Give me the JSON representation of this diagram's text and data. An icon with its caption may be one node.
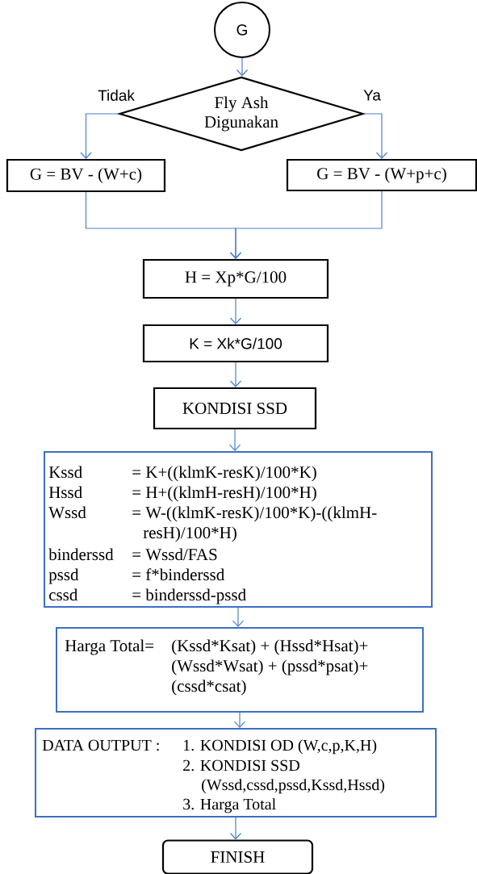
{
  "diagram": {
    "nodes": [
      {
        "text": [
          "G"
        ]
      },
      {
        "text": [
          "Fly Ash Digunakan"
        ]
      },
      {
        "text": [
          "G = BV - (W+c)"
        ]
      },
      {
        "text": [
          "G = BV - (W+p+c)"
        ]
      },
      {
        "text": [
          "H = Xp*G/100"
        ]
      },
      {
        "text": [
          "K = Xk*G/100"
        ]
      },
      {
        "text": [
          "KONDISI SSD"
        ]
      },
      {
        "text": [
          "Kssd",
          "= K+((klmK-resK)/100*K)",
          "Hssd",
          "= H+((klmH-resH)/100*H)",
          "Wssd",
          "= W-((klmK-resK)/100*K)-((klmH-resH)/100*H)",
          "binderssd",
          "= Wssd/FAS",
          "pssd",
          "= f*binderssd",
          "cssd",
          "= binderssd-pssd"
        ]
      },
      {
        "text": [
          "Harga Total=",
          "(Kssd*Ksat) + (Hssd*Hsat)+ (Wssd*Wsat) + (pssd*psat)+ (cssd*csat)"
        ]
      },
      {
        "text": [
          "DATA OUTPUT :",
          "1. KONDISI OD (W,c,p,K,H)",
          "2. KONDISI SSD (Wssd,cssd,pssd,Kssd,Hssd)",
          "3. Harga Total"
        ]
      },
      {
        "text": [
          "FINISH"
        ]
      }
    ],
    "edges": [
      {
        "from": 0,
        "to": 1,
        "arrow": "to"
      },
      {
        "from": 1,
        "to": 2,
        "arrow": "to",
        "label": "Tidak"
      },
      {
        "from": 1,
        "to": 3,
        "arrow": "to",
        "label": "Ya"
      },
      {
        "from": 2,
        "to": 4,
        "arrow": "to"
      },
      {
        "from": 3,
        "to": 4,
        "arrow": "to"
      },
      {
        "from": 4,
        "to": 5,
        "arrow": "to"
      },
      {
        "from": 5,
        "to": 6,
        "arrow": "to"
      },
      {
        "from": 6,
        "to": 7,
        "arrow": "to"
      },
      {
        "from": 7,
        "to": 8,
        "arrow": "to"
      },
      {
        "from": 8,
        "to": 9,
        "arrow": "to"
      },
      {
        "from": 9,
        "to": 10,
        "arrow": "to"
      }
    ]
  }
}
